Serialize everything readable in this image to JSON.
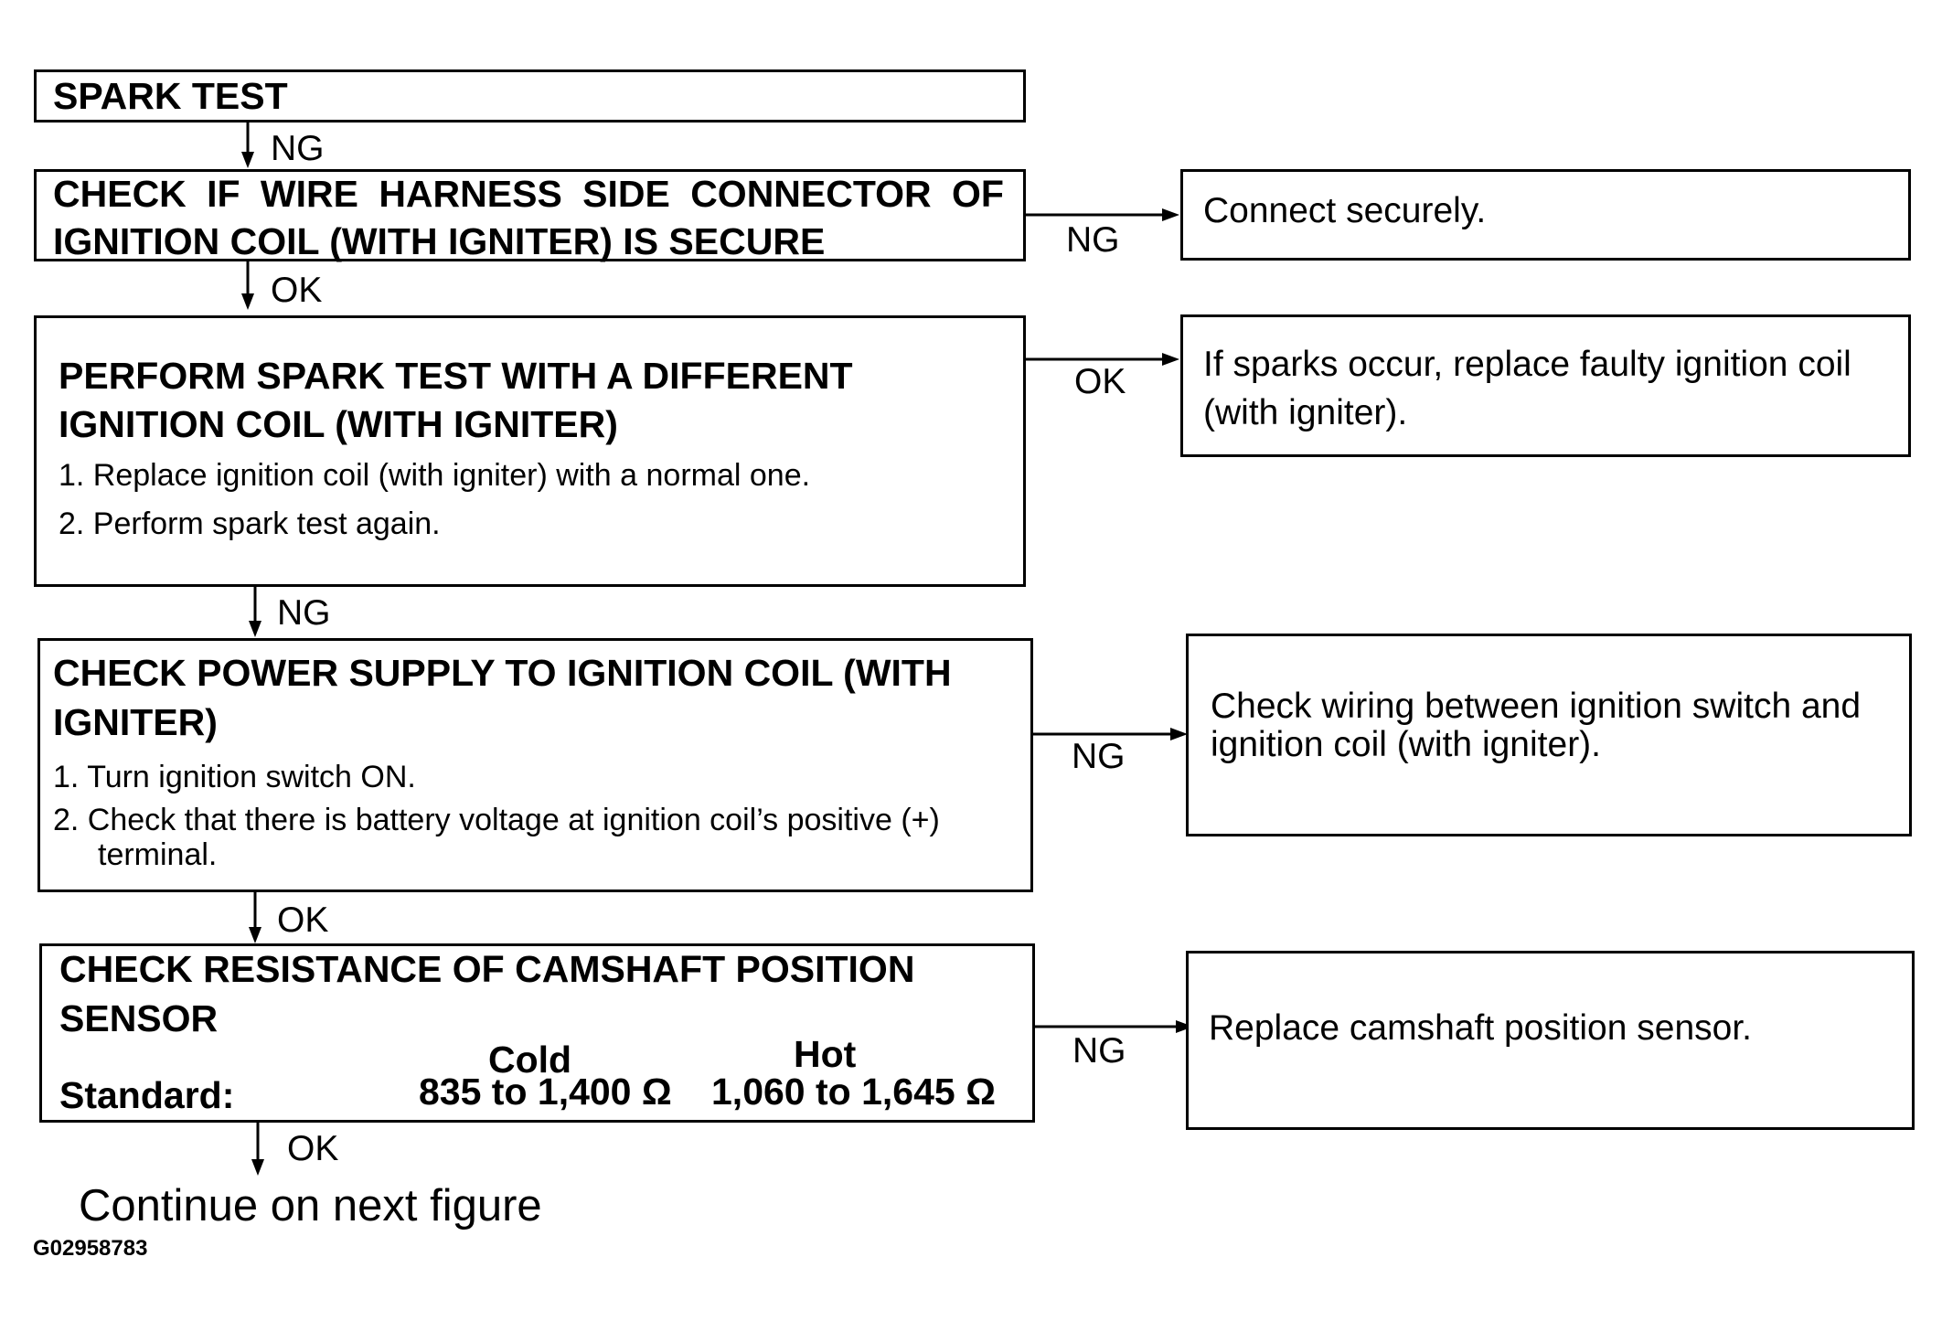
{
  "steps": {
    "spark_test": {
      "title": "SPARK TEST"
    },
    "check_connector": {
      "title_line1": [
        "CHECK",
        "IF",
        "WIRE",
        "HARNESS",
        "SIDE",
        "CONNECTOR",
        "OF"
      ],
      "title_line2": "IGNITION COIL (WITH IGNITER) IS SECURE"
    },
    "perform_spark": {
      "title_line1": "PERFORM SPARK TEST WITH A DIFFERENT",
      "title_line2": "IGNITION COIL (WITH IGNITER)",
      "item1": "1. Replace ignition coil (with igniter) with a normal one.",
      "item2": "2. Perform spark test again."
    },
    "check_power": {
      "title_line1": "CHECK POWER SUPPLY TO IGNITION COIL (WITH",
      "title_line2": "IGNITER)",
      "item1": "1. Turn ignition switch ON.",
      "item2_line1": "2. Check that there is battery voltage at ignition coil’s positive (+)",
      "item2_line2": "terminal."
    },
    "check_resistance": {
      "title_line1": "CHECK RESISTANCE OF CAMSHAFT POSITION",
      "title_line2": "SENSOR",
      "standard_label": "Standard:",
      "cold_header": "Cold",
      "hot_header": "Hot",
      "cold_value": "835 to 1,400 Ω",
      "hot_value": "1,060 to 1,645 Ω"
    }
  },
  "results": {
    "connect_securely": "Connect securely.",
    "replace_coil_line1": "If sparks occur, replace faulty ignition coil",
    "replace_coil_line2": "(with igniter).",
    "check_wiring_line1": "Check wiring between ignition switch and",
    "check_wiring_line2": "ignition coil (with igniter).",
    "replace_sensor": "Replace camshaft position sensor."
  },
  "branch_labels": {
    "spark_to_connector": "NG",
    "connector_to_connect": "NG",
    "connector_to_perform": "OK",
    "perform_to_replace": "OK",
    "perform_to_power": "NG",
    "power_to_wiring": "NG",
    "power_to_resistance": "OK",
    "resistance_to_sensor": "NG",
    "resistance_to_continue": "OK"
  },
  "continue_text": "Continue on next figure",
  "figure_id": "G02958783"
}
